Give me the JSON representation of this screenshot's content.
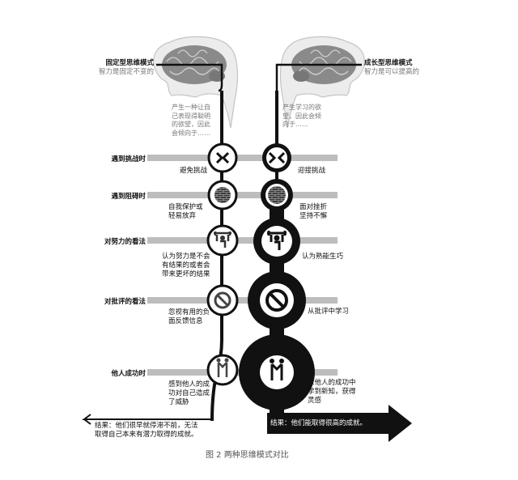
{
  "left_mindset": {
    "title": "固定型思维模式",
    "subtitle": "智力是固定不变的",
    "thought": "产生一种让自\n己表现得聪明\n的欲望，因此\n会倾向于……"
  },
  "right_mindset": {
    "title": "成长型思维模式",
    "subtitle": "智力是可以提高的",
    "thought": "产生学习的欲\n望，因此会倾\n向于……"
  },
  "rows": [
    {
      "label": "遇到挑战时",
      "left": "避免挑战",
      "right": "迎接挑战",
      "left_icon": "arrows-outward-icon",
      "right_icon": "arrows-inward-icon"
    },
    {
      "label": "遇到阻碍时",
      "left": "自我保护或\n轻易放弃",
      "right": "面对挫折\n坚持不懈",
      "left_icon": "brick-wall-icon",
      "right_icon": "brick-wall-icon"
    },
    {
      "label": "对努力的看法",
      "left": "认为努力是不会\n有结果的或者会\n带来更坏的结果",
      "right": "认为熟能生巧",
      "left_icon": "weightlifter-icon",
      "right_icon": "weightlifter-icon"
    },
    {
      "label": "对批评的看法",
      "left": "忽视有用的负\n面反馈信息",
      "right": "从批评中学习",
      "left_icon": "no-sign-icon",
      "right_icon": "no-sign-icon"
    },
    {
      "label": "他人成功时",
      "left": "感到他人的成\n功对自己造成\n了威胁",
      "right": "从他人的成功中\n学到新知，获得\n灵感",
      "left_icon": "people-icon",
      "right_icon": "people-icon"
    }
  ],
  "left_result": "结果：他们很早就停滞不前，无法\n取得自己本来有潜力取得的成就。",
  "right_result": "结果：他们能取得很高的成就。",
  "caption": "图 2   两种思维模式对比"
}
